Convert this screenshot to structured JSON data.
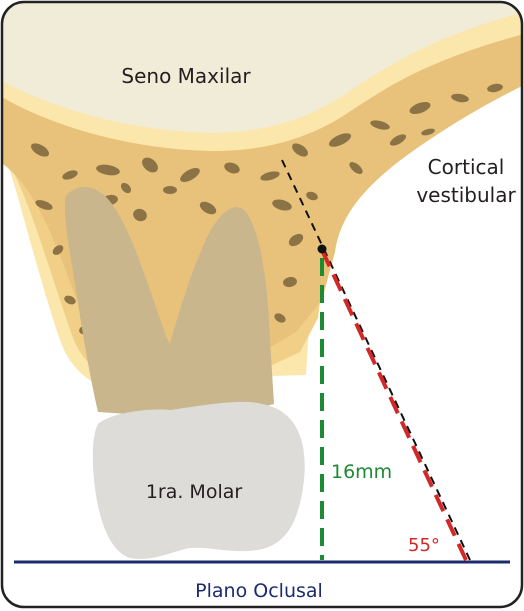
{
  "labels": {
    "sinus": "Seno Maxilar",
    "cortical_line1": "Cortical",
    "cortical_line2": "vestibular",
    "tooth": "1ra. Molar",
    "height": "16mm",
    "angle": "55°",
    "plane": "Plano Oclusal"
  },
  "colors": {
    "frame": "#222222",
    "sinus_fill": "#f1ecd8",
    "cortical_outer": "#fbe6ab",
    "cortical_inner": "#f1cf86",
    "trabecular_bg": "#e8c27a",
    "trabecular_holes": "#8b7346",
    "root": "#c9b68c",
    "crown": "#dedcd8",
    "occlusal_line": "#1c2a6e",
    "height_line": "#1d8a34",
    "angle_line": "#d42727",
    "cortical_tangent": "#111111"
  }
}
